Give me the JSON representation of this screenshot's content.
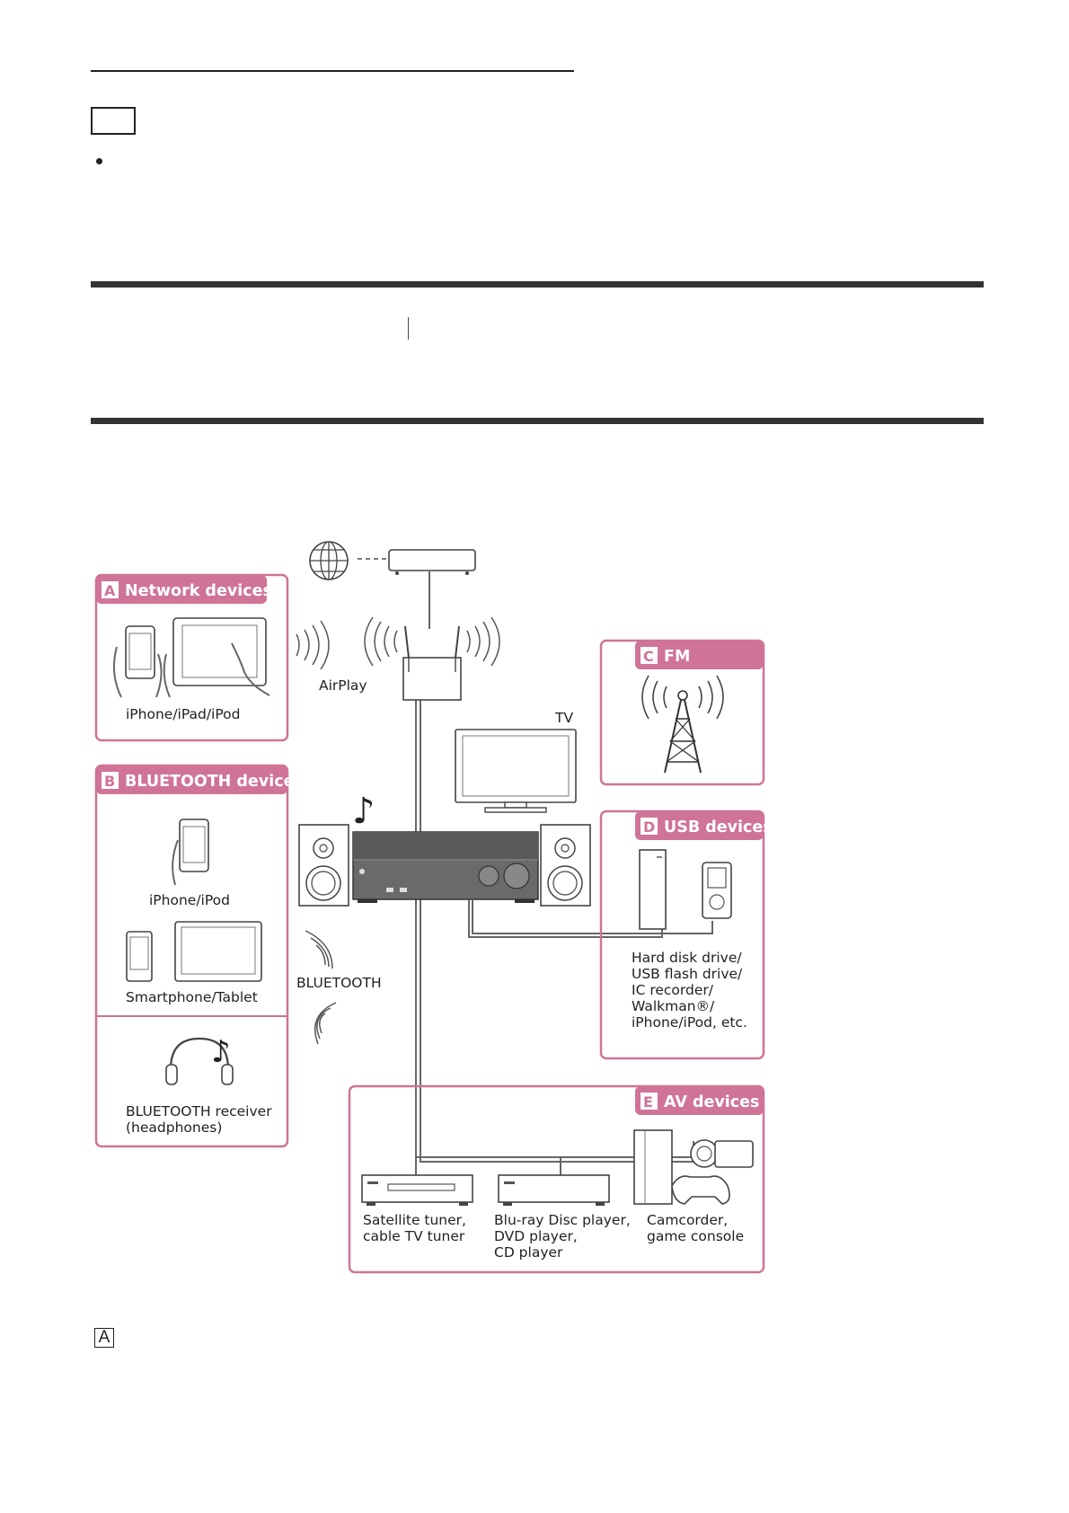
{
  "page": {
    "legend_label": "A"
  },
  "diagram": {
    "accent_color": "#c8638b",
    "groups": {
      "A": {
        "letter": "A",
        "title": "Network devices",
        "devices": [
          "iPhone/iPad/iPod"
        ]
      },
      "B": {
        "letter": "B",
        "title": "BLUETOOTH devices",
        "devices": [
          "iPhone/iPod",
          "Smartphone/Tablet",
          "BLUETOOTH receiver",
          "(headphones)"
        ]
      },
      "C": {
        "letter": "C",
        "title": "FM"
      },
      "D": {
        "letter": "D",
        "title": "USB devices",
        "devices": [
          "Hard disk drive/",
          "USB flash drive/",
          "IC recorder/",
          "Walkman®/",
          "iPhone/iPod, etc."
        ]
      },
      "E": {
        "letter": "E",
        "title": "AV devices",
        "devices": [
          "Satellite tuner,",
          "cable TV tuner",
          "Blu-ray Disc player,",
          "DVD player,",
          "CD player",
          "Camcorder,",
          "game console"
        ]
      }
    },
    "labels": {
      "airplay": "AirPlay",
      "tv": "TV",
      "bluetooth": "BLUETOOTH"
    },
    "icons": [
      "globe-icon",
      "modem-icon",
      "router-icon",
      "speaker-icon",
      "receiver-icon",
      "tv-icon",
      "music-note-icon",
      "headphones-icon",
      "antenna-tower-icon",
      "hard-disk-icon",
      "walkman-icon",
      "camcorder-icon",
      "game-console-icon",
      "disc-player-icon"
    ]
  }
}
